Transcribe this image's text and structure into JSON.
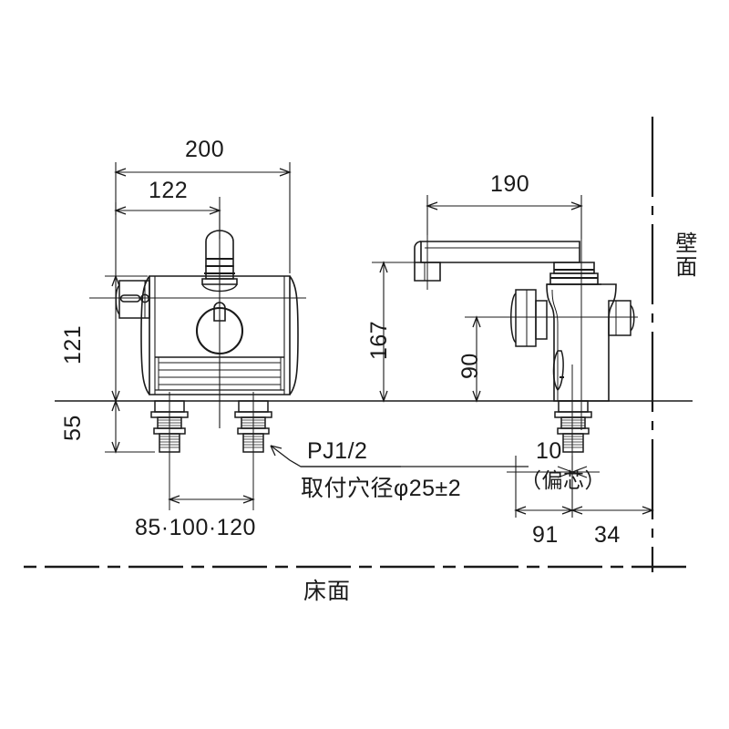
{
  "drawing": {
    "type": "technical-dimension-drawing",
    "subject": "deck-mounted thermostatic mixing faucet",
    "units": "mm",
    "line_color": "#1a1a1a",
    "background": "#ffffff"
  },
  "left_view": {
    "name": "front-elevation",
    "dimensions": {
      "overall_width": "200",
      "handle_offset": "122",
      "body_height_above_deck": "121",
      "shank_depth_below_deck": "55",
      "hole_spacing": "85·100·120"
    }
  },
  "right_view": {
    "name": "side-elevation",
    "dimensions": {
      "spout_reach": "190",
      "spout_height": "167",
      "valve_height": "90",
      "eccentric_offset": "10",
      "eccentric_note": "（偏芯）",
      "wall_to_center": "91",
      "center_to_front": "34"
    }
  },
  "callouts": {
    "thread_spec": "PJ1/2",
    "hole_spec": "取付穴径φ25±2"
  },
  "reference_lines": {
    "wall_label": "壁面",
    "floor_label": "床面"
  }
}
